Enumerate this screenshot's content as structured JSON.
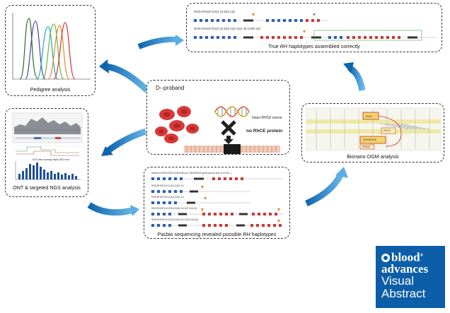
{
  "panels": {
    "pedigree": {
      "caption": "Pedigree analysis"
    },
    "ont": {
      "caption": "ONT & targeted NGS analysis",
      "subtitle": "NGS data coverage depth (RH) exon"
    },
    "proband": {
      "title": "D--proband",
      "note_prefix": "intact ",
      "note_gene": "RHCE",
      "note_suffix": " exons",
      "result": "no RhCE protein"
    },
    "pacbio": {
      "caption_prefix": "Pacbio sequencing revealed possible ",
      "caption_gene": "RH",
      "caption_suffix": " haplotypes",
      "rows": [
        "reference RHD-RHCE (GRCh38.p14, RHD/RHCE gene has the size of 10 KB...)",
        "RHD-RHCE*CeY1 (D1-D10) 3-4",
        "RHD-RHCE*CeY2 (D1-D10) 3-4",
        "RHD-RHCE*CeY3 (D1-D10) Ce1-D2 Ce9-10)",
        "RHD-RHCE*CeY4 (D1-D10) Ce1-D10 Ce9-10)"
      ]
    },
    "haplotypes": {
      "caption_prefix": "True ",
      "caption_gene": "RH",
      "caption_suffix": " haplotypes assembled correctly",
      "row1_label": "RHD-RHCE*Ce(1-2)-D(3-10)",
      "row2_label": "RHD-RHCE*Ce(1-2)-D(3-10)-Ce(1-9)-Ce(9-10)"
    },
    "bionano": {
      "caption": "Bionano OGM analysis",
      "label1": "RHD",
      "label2": "RHCE",
      "label3": "RHD/RHCE",
      "label4": "RHAM"
    }
  },
  "logo": {
    "line1": "blood",
    "line2": "advances",
    "line3": "Visual",
    "line4": "Abstract",
    "reg": "®"
  },
  "colors": {
    "accent": "#1d84c6",
    "logo_bg": "#0d5ea8",
    "red_cell": "#d73a3a"
  }
}
